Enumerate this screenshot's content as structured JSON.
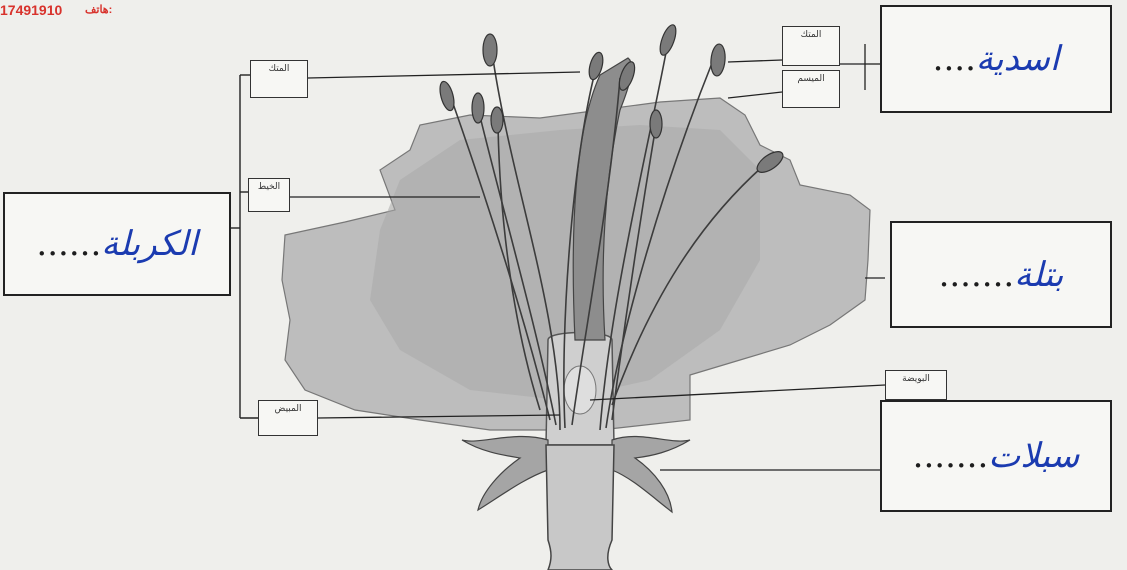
{
  "header": {
    "phone_number": "17491910",
    "phone_label": "هاتف:"
  },
  "labels": {
    "left_top": "المتك",
    "left_mid": "الخيط",
    "left_bottom": "المبيض",
    "right_top_1": "المتك",
    "right_top_2": "الميسم",
    "right_bottom": "البويضة"
  },
  "answers": {
    "carpel": {
      "dots": "......",
      "text": "الكربلة"
    },
    "stamen": {
      "dots": "....",
      "text": "اسدية"
    },
    "petal": {
      "dots": ".......",
      "text": "بتلة"
    },
    "sepal": {
      "dots": ".......",
      "text": "سبلات"
    }
  }
}
